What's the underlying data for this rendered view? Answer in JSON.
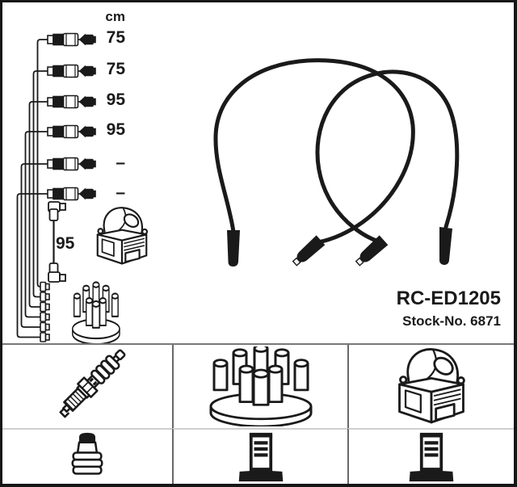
{
  "schematic": {
    "unit_header": "cm",
    "rows": [
      {
        "length": "75"
      },
      {
        "length": "75"
      },
      {
        "length": "95"
      },
      {
        "length": "95"
      },
      {
        "length": "–"
      },
      {
        "length": "–"
      }
    ],
    "coil_wire_length": "95"
  },
  "product": {
    "part_number": "RC-ED1205",
    "stock_label": "Stock-No. 6871"
  },
  "legend": {
    "cells": [
      {
        "icon": "spark-plug"
      },
      {
        "icon": "distributor-cap"
      },
      {
        "icon": "ignition-coil"
      },
      {
        "icon": "plug-boot-connector"
      },
      {
        "icon": "terminal-connector"
      },
      {
        "icon": "terminal-connector"
      }
    ]
  },
  "colors": {
    "ink": "#1a1a1a",
    "grid_line": "#686868",
    "row_divider": "#cfcfcf",
    "background": "#ffffff"
  }
}
